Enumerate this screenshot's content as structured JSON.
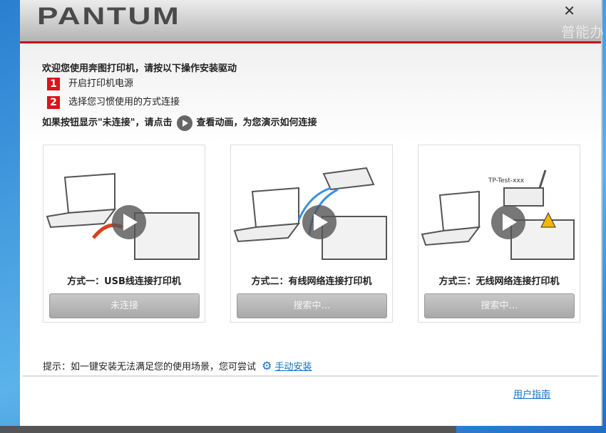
{
  "header": {
    "logo": "PANTUM",
    "close": "✕",
    "watermark": "普能办"
  },
  "intro": "欢迎您使用奔图打印机，请按以下操作安装驱动",
  "steps": [
    {
      "num": "1",
      "text": "开启打印机电源"
    },
    {
      "num": "2",
      "text": "选择您习惯使用的方式连接"
    }
  ],
  "hint_pre": "如果按钮显示\"未连接\"，请点击",
  "hint_post": "查看动画，为您演示如何连接",
  "cards": [
    {
      "caption": "方式一：USB线连接打印机",
      "button": "未连接",
      "icon": "usb-printer"
    },
    {
      "caption": "方式二：有线网络连接打印机",
      "button": "搜索中…",
      "icon": "wired-printer"
    },
    {
      "caption": "方式三：无线网络连接打印机",
      "button": "搜索中…",
      "icon": "wireless-printer",
      "ssid": "TP-Test-xxx"
    }
  ],
  "footer": {
    "tip": "提示：如一键安装无法满足您的使用场景，您可尝试",
    "manual": "手动安装",
    "guide": "用户指南"
  },
  "colors": {
    "accent": "#c0161b",
    "link": "#1a6fc0"
  }
}
